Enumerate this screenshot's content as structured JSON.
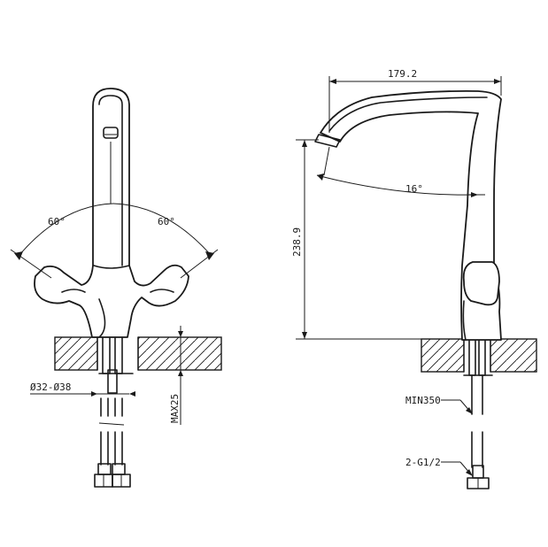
{
  "dimensions": {
    "spout_reach": "179.2",
    "height": "238.9",
    "spout_angle": "16°",
    "handle_angle_left": "60°",
    "handle_angle_right": "60°",
    "hole_diameter": "Ø32-Ø38",
    "max_deck_thickness": "MAX25",
    "min_hose_length": "MIN350",
    "connection_thread": "2-G1/2"
  },
  "colors": {
    "line": "#1a1a1a",
    "background": "#ffffff"
  }
}
